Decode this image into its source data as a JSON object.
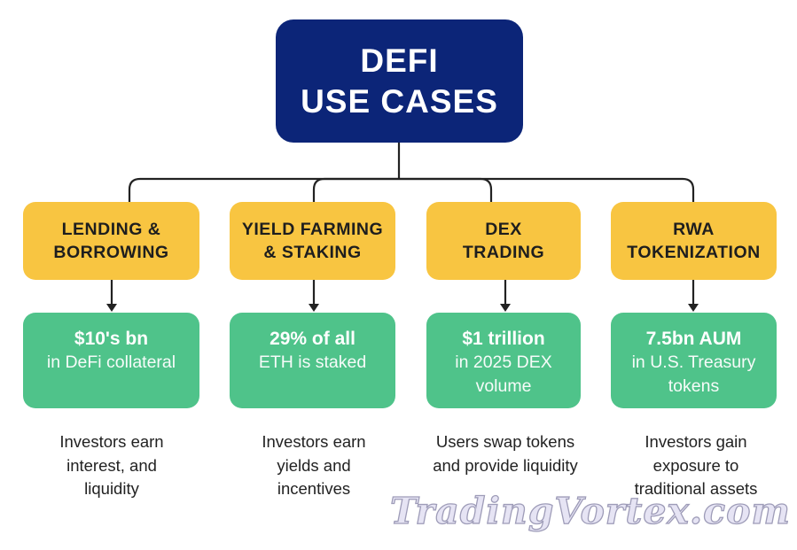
{
  "root": {
    "title_line1": "DEFI",
    "title_line2": "USE CASES",
    "color": "#0c2578"
  },
  "categories": [
    {
      "label_line1": "LENDING &",
      "label_line2": "BORROWING",
      "stat_main": "$10's bn",
      "stat_sub1": "in DeFi collateral",
      "stat_sub2": "",
      "desc_line1": "Investors earn",
      "desc_line2": "interest, and",
      "desc_line3": "liquidity"
    },
    {
      "label_line1": "YIELD FARMING",
      "label_line2": "& STAKING",
      "stat_main": "29% of all",
      "stat_sub1": "ETH is staked",
      "stat_sub2": "",
      "desc_line1": "Investors earn",
      "desc_line2": "yields and",
      "desc_line3": "incentives"
    },
    {
      "label_line1": "DEX",
      "label_line2": "TRADING",
      "stat_main": "$1 trillion",
      "stat_sub1": "in 2025 DEX",
      "stat_sub2": "volume",
      "desc_line1": "Users swap tokens",
      "desc_line2": "and provide liquidity",
      "desc_line3": ""
    },
    {
      "label_line1": "RWA",
      "label_line2": "TOKENIZATION",
      "stat_main": "7.5bn AUM",
      "stat_sub1": "in U.S. Treasury",
      "stat_sub2": "tokens",
      "desc_line1": "Investors gain",
      "desc_line2": "exposure to",
      "desc_line3": "traditional assets"
    }
  ],
  "colors": {
    "category_box": "#f8c541",
    "stat_box": "#4fc38a",
    "connector": "#222222"
  },
  "watermark": "TradingVortex.com"
}
